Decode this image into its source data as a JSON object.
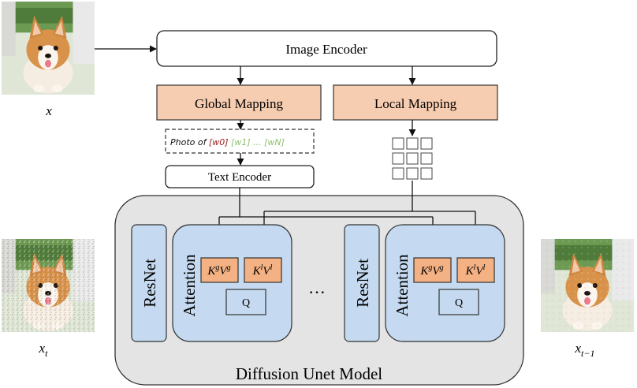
{
  "image_encoder": {
    "label": "Image Encoder"
  },
  "global_mapping": {
    "label": "Global Mapping"
  },
  "local_mapping": {
    "label": "Local Mapping"
  },
  "text_encoder": {
    "label": "Text Encoder"
  },
  "prompt": {
    "prefix": "Photo of ",
    "w0": "[w0]",
    "w1": "[w1]",
    "ellipsis": " ... ",
    "wN": "[wN]"
  },
  "unet": {
    "title": "Diffusion Unet Model",
    "resnet_label": "ResNet",
    "attention_label": "Attention",
    "kv_global": {
      "k": "K",
      "k_sup": "g",
      "v": "V",
      "v_sup": "g"
    },
    "kv_local": {
      "k": "K",
      "k_sup": "l",
      "v": "V",
      "v_sup": "l"
    },
    "query_label": "Q",
    "dots": "···"
  },
  "images": {
    "x_label": {
      "base": "x",
      "sub": ""
    },
    "xt_label": {
      "base": "x",
      "sub": "t"
    },
    "xt1_label": {
      "base": "x",
      "sub": "t−1"
    }
  },
  "colors": {
    "mapping_fill": "#f7cdb1",
    "kv_fill": "#f4b183",
    "attention_fill": "#c5daf0",
    "unet_fill": "#e4e4e4",
    "w0_color": "#9b1c1c",
    "w_green": "#8fbf6f"
  }
}
